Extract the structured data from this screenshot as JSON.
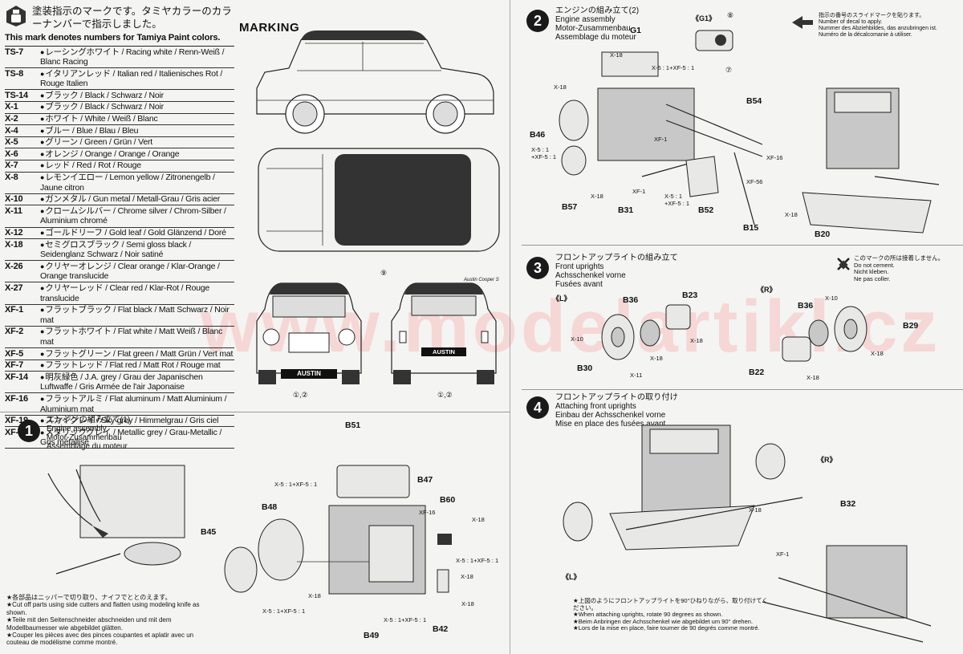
{
  "legend": {
    "title_jp": "塗装指示のマークです。タミヤカラーのカラーナンバーで指示しました。",
    "title_en": "This mark denotes numbers for Tamiya Paint colors.",
    "rows": [
      {
        "code": "TS-7",
        "name": "レーシングホワイト / Racing white / Renn-Weiß / Blanc Racing"
      },
      {
        "code": "TS-8",
        "name": "イタリアンレッド / Italian red / Italienisches Rot / Rouge Italien"
      },
      {
        "code": "TS-14",
        "name": "ブラック / Black / Schwarz / Noir"
      },
      {
        "code": "X-1",
        "name": "ブラック / Black / Schwarz / Noir"
      },
      {
        "code": "X-2",
        "name": "ホワイト / White / Weiß / Blanc"
      },
      {
        "code": "X-4",
        "name": "ブルー / Blue / Blau / Bleu"
      },
      {
        "code": "X-5",
        "name": "グリーン / Green / Grün / Vert"
      },
      {
        "code": "X-6",
        "name": "オレンジ / Orange / Orange / Orange"
      },
      {
        "code": "X-7",
        "name": "レッド / Red / Rot / Rouge"
      },
      {
        "code": "X-8",
        "name": "レモンイエロー / Lemon yellow / Zitronengelb / Jaune citron"
      },
      {
        "code": "X-10",
        "name": "ガンメタル / Gun metal / Metall-Grau / Gris acier"
      },
      {
        "code": "X-11",
        "name": "クロームシルバー / Chrome silver / Chrom-Silber / Aluminium chromé"
      },
      {
        "code": "X-12",
        "name": "ゴールドリーフ / Gold leaf / Gold Glänzend / Doré"
      },
      {
        "code": "X-18",
        "name": "セミグロスブラック / Semi gloss black / Seidenglanz Schwarz / Noir satiné"
      },
      {
        "code": "X-26",
        "name": "クリヤーオレンジ / Clear orange / Klar-Orange / Orange translucide"
      },
      {
        "code": "X-27",
        "name": "クリヤーレッド / Clear red / Klar-Rot / Rouge translucide"
      },
      {
        "code": "XF-1",
        "name": "フラットブラック / Flat black / Matt Schwarz / Noir mat"
      },
      {
        "code": "XF-2",
        "name": "フラットホワイト / Flat white / Matt Weiß / Blanc mat"
      },
      {
        "code": "XF-5",
        "name": "フラットグリーン / Flat green / Matt Grün / Vert mat"
      },
      {
        "code": "XF-7",
        "name": "フラットレッド / Flat red / Matt Rot / Rouge mat"
      },
      {
        "code": "XF-14",
        "name": "明灰緑色 / J.A. grey / Grau der Japanischen Luftwaffe / Gris Armée de l'air Japonaise"
      },
      {
        "code": "XF-16",
        "name": "フラットアルミ / Flat aluminum / Matt Aluminium / Aluminium mat"
      },
      {
        "code": "XF-19",
        "name": "スカイグレイ / Sky grey / Himmelgrau / Gris ciel"
      },
      {
        "code": "XF-56",
        "name": "メタリックグレイ / Metallic grey / Grau-Metallic / Gris métallisé"
      }
    ]
  },
  "marking": {
    "title": "MARKING",
    "plate_front": "AUSTIN",
    "plate_rear": "AUSTIN",
    "decal_front": "①,②",
    "decal_rear": "①,②",
    "decal_9": "⑨",
    "script_text": "Austin Cooper S"
  },
  "step1": {
    "num": "1",
    "title_jp": "エンジンの組み立て(1)",
    "title_en": "Engine assembly",
    "title_de": "Motor-Zusammenbau",
    "title_fr": "Assemblage du moteur",
    "parts": {
      "b51": "B51",
      "b47": "B47",
      "b48": "B48",
      "b60": "B60",
      "b45": "B45",
      "b49": "B49",
      "b42": "B42"
    },
    "paints": {
      "p1": "X-5 : 1+XF-5 : 1",
      "p2": "XF-16",
      "p3": "X-18",
      "p4": "X-5 : 1+XF-5 : 1",
      "p5": "X-18",
      "p6": "X-18",
      "p7": "X-5 : 1+XF-5 : 1",
      "p8": "X-5 : 1+XF-5 : 1",
      "p9": "X-18"
    },
    "notes": [
      "★各部品はニッパーで切り取り、ナイフでととのえます。",
      "★Cut off parts using side cutters and flatten using modeling knife as shown.",
      "★Teile mit den Seitenschneider abschneiden und mit dem Modellbaumesser wie abgebildet glätten.",
      "★Couper les pièces avec des pinces coupantes et aplatir avec un couteau de modélisme comme montré."
    ]
  },
  "step2": {
    "num": "2",
    "title_jp": "エンジンの組み立て(2)",
    "title_en": "Engine assembly",
    "title_de": "Motor-Zusammenbau",
    "title_fr": "Assemblage du moteur",
    "g1": "《G1》",
    "g1_8": "⑧",
    "g1_7": "⑦",
    "decal_note": [
      "指示の番号のスライドマークを貼ります。",
      "Number of decal to apply.",
      "Nummer des Abziehbildes, das anzubringen ist.",
      "Numéro de la décalcomanie à utiliser."
    ],
    "parts": {
      "g1": "G1",
      "b54": "B54",
      "b46": "B46",
      "b57": "B57",
      "b31": "B31",
      "b52": "B52",
      "b15": "B15",
      "b20": "B20"
    },
    "paints": {
      "p1": "X-18",
      "p2": "X-5 : 1+XF-5 : 1",
      "p3": "X-18",
      "p4": "X-5 : 1\n+XF-5 : 1",
      "p5": "XF-1",
      "p6": "X-18",
      "p7": "XF-1",
      "p8": "X-5 : 1\n+XF-5 : 1",
      "p9": "XF-16",
      "p10": "XF-56",
      "p11": "X-18"
    }
  },
  "step3": {
    "num": "3",
    "title_jp": "フロントアップライトの組み立て",
    "title_en": "Front uprights",
    "title_de": "Achsschenkel vorne",
    "title_fr": "Fusées avant",
    "no_cement": [
      "このマークの所は接着しません。",
      "Do not cement.",
      "Nicht kleben.",
      "Ne pas coller."
    ],
    "left": "《L》",
    "right": "《R》",
    "parts": {
      "b23": "B23",
      "b36l": "B36",
      "b30": "B30",
      "b36r": "B36",
      "b29": "B29",
      "b22": "B22"
    },
    "paints": {
      "p1": "X-10",
      "p2": "X-18",
      "p3": "X-11",
      "p4": "X-18",
      "p5": "X-10",
      "p6": "X-18",
      "p7": "X-18"
    }
  },
  "step4": {
    "num": "4",
    "title_jp": "フロントアップライトの取り付け",
    "title_en": "Attaching front uprights",
    "title_de": "Einbau der Achsschenkel vorne",
    "title_fr": "Mise en place des fusées avant",
    "left": "《L》",
    "right": "《R》",
    "parts": {
      "b32": "B32"
    },
    "paints": {
      "p1": "X-18",
      "p2": "XF-1"
    },
    "notes": [
      "★上図のようにフロントアップライトを90°ひねりながら、取り付けてください。",
      "★When attaching uprights, rotate 90 degrees as shown.",
      "★Beim Anbringen der Achsschenkel wie abgebildet um 90° drehen.",
      "★Lors de la mise en place, faire tourner de 90 degrés comme montré."
    ]
  },
  "watermark": "www.modelartikl.cz"
}
